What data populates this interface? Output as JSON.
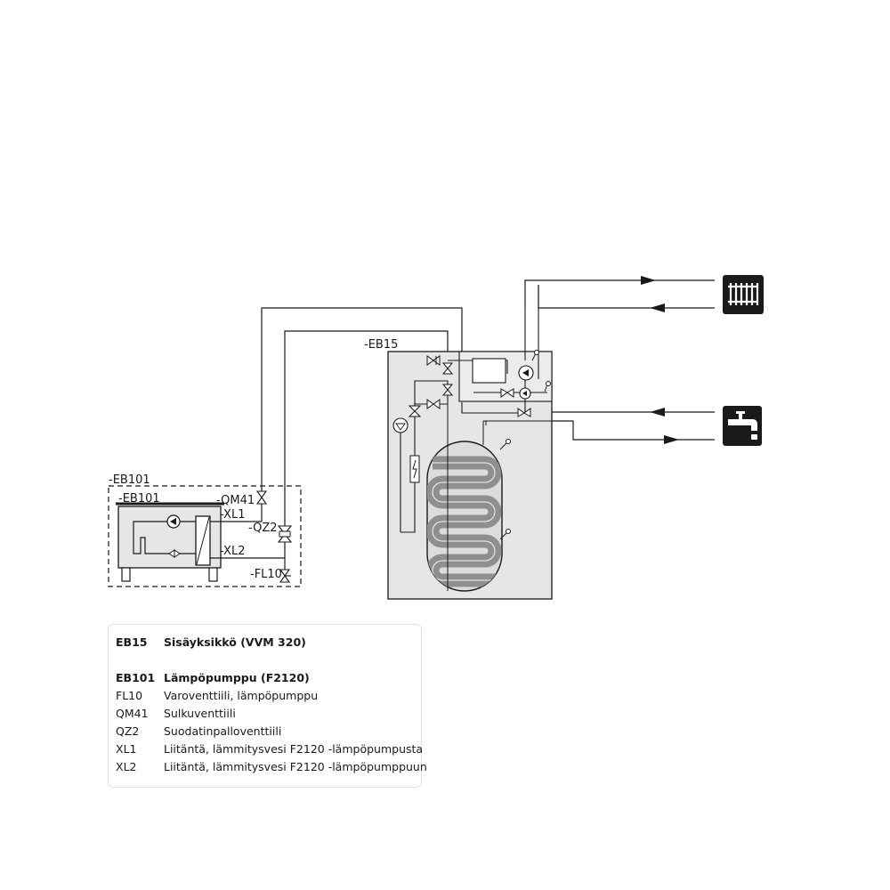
{
  "labels": {
    "eb15": "-EB15",
    "eb101_outer": "-EB101",
    "eb101_inner": "-EB101",
    "qm41": "-QM41",
    "xl1": "-XL1",
    "qz2": "-QZ2",
    "xl2": "-XL2",
    "fl10": "-FL10"
  },
  "icons": {
    "radiator": "radiator-icon",
    "tap": "water-tap-icon"
  },
  "colors": {
    "unit_fill": "#e6e6e6",
    "coil_fill": "#9a9a9a",
    "icon_bg": "#1a1a1a",
    "line": "#1a1a1a"
  },
  "legend": {
    "eb15": {
      "code": "EB15",
      "desc": "Sisäyksikkö (VVM 320)"
    },
    "eb101": {
      "code": "EB101",
      "desc": "Lämpöpumppu (F2120)"
    },
    "items": [
      {
        "code": "FL10",
        "desc": "Varoventtiili, lämpöpumppu"
      },
      {
        "code": "QM41",
        "desc": "Sulkuventtiili"
      },
      {
        "code": "QZ2",
        "desc": "Suodatinpalloventtiili"
      },
      {
        "code": "XL1",
        "desc": "Liitäntä, lämmitysvesi F2120 -lämpöpumpusta"
      },
      {
        "code": "XL2",
        "desc": "Liitäntä, lämmitysvesi F2120 -lämpöpumppuun"
      }
    ]
  }
}
